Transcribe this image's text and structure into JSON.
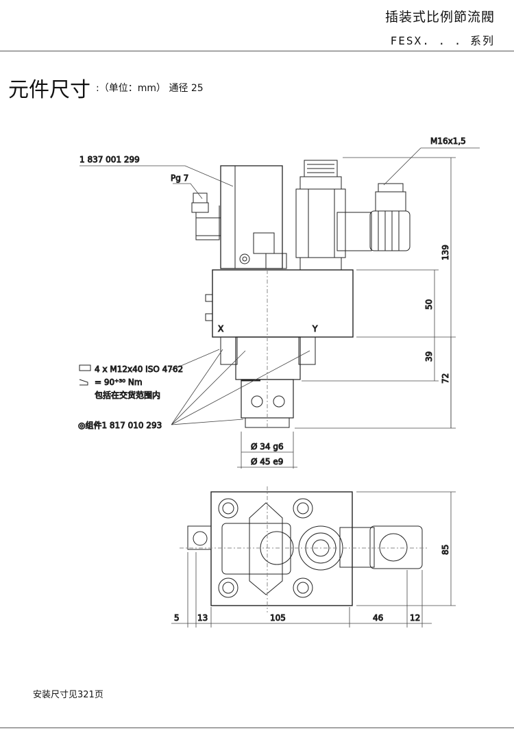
{
  "header": {
    "title": "插装式比例節流閥",
    "series": "FESX. . .  系列"
  },
  "section": {
    "title": "元件尺寸",
    "subtitle": ":（单位：mm） 通径 25"
  },
  "callouts": {
    "part_number": "1 837 001 299",
    "pg": "Pg 7",
    "thread": "M16x1,5",
    "screws": "4 x M12x40 ISO 4762",
    "torque": "= 90⁺³⁰ Nm",
    "included": "包括在交货范围内",
    "seal_kit": "◎组件1 817 010 293",
    "port_x": "X",
    "port_y": "Y"
  },
  "dimensions": {
    "d139": "139",
    "d50": "50",
    "d39": "39",
    "d72": "72",
    "d34": "Ø 34 g6",
    "d45": "Ø 45 e9",
    "d85": "85",
    "d5": "5",
    "d13": "13",
    "d105": "105",
    "d46": "46",
    "d12": "12"
  },
  "footer": {
    "note": "安装尺寸见321页"
  }
}
